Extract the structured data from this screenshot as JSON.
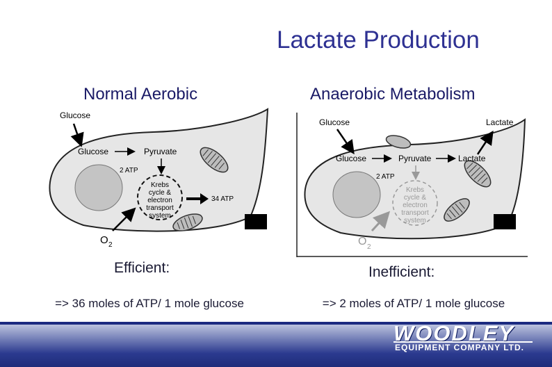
{
  "slide": {
    "title": "Lactate Production",
    "left_heading": "Normal Aerobic",
    "right_heading": "Anaerobic Metabolism",
    "left_efficiency": "Efficient:",
    "right_efficiency": "Inefficient:",
    "left_yield": "=> 36 moles of ATP/ 1 mole glucose",
    "right_yield": "=> 2 moles of ATP/ 1 mole glucose"
  },
  "aerobic_diagram": {
    "glucose_outside": "Glucose",
    "glucose_inside": "Glucose",
    "pyruvate": "Pyruvate",
    "atp_2": "2 ATP",
    "krebs_1": "Krebs",
    "krebs_2": "cycle &",
    "krebs_3": "electron",
    "krebs_4": "transport",
    "krebs_5": "system",
    "atp_34": "34 ATP",
    "oxygen": "O",
    "oxygen_sub": "2"
  },
  "anaerobic_diagram": {
    "glucose_outside": "Glucose",
    "lactate_outside": "Lactate",
    "glucose_inside": "Glucose",
    "pyruvate": "Pyruvate",
    "lactate_inside": "Lactate",
    "atp_2": "2 ATP",
    "krebs_1": "Krebs",
    "krebs_2": "cycle &",
    "krebs_3": "electron",
    "krebs_4": "transport",
    "krebs_5": "system",
    "oxygen": "O",
    "oxygen_sub": "2"
  },
  "footer": {
    "logo_word": "WOODLEY",
    "logo_sub": "EQUIPMENT COMPANY LTD."
  },
  "colors": {
    "title": "#2e3192",
    "cell_fill": "#e6e6e6",
    "nucleus_fill": "#c4c4c4",
    "footer_blue": "#2b3a8f"
  }
}
